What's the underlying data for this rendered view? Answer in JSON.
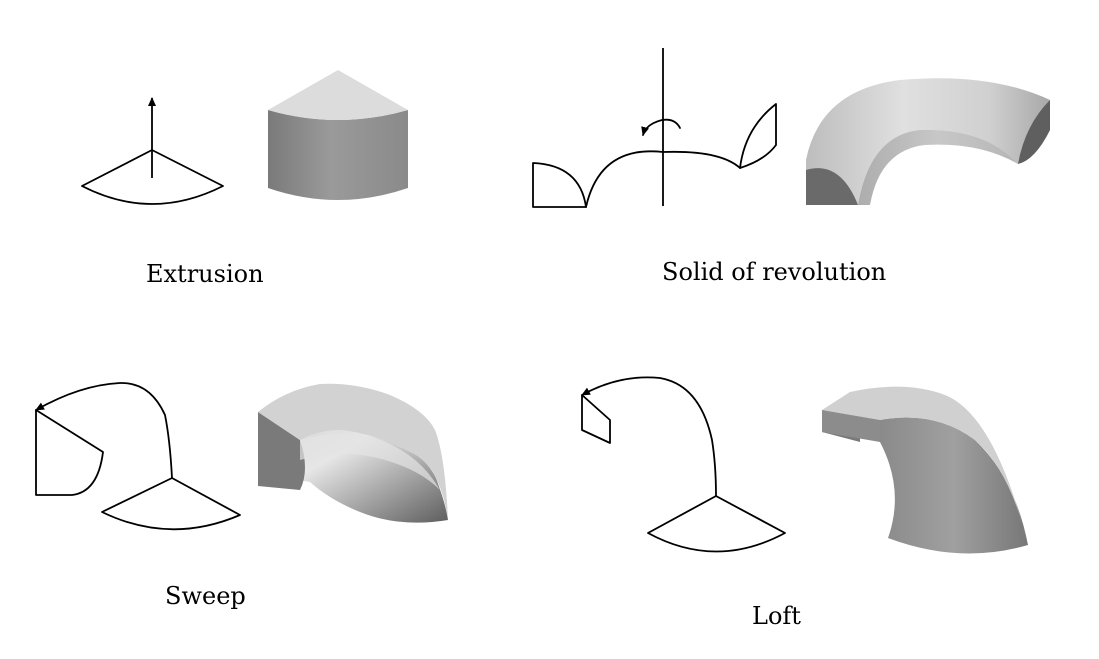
{
  "labels": {
    "extrusion": "Extrusion",
    "revolution": "Solid of revolution",
    "sweep": "Sweep",
    "loft": "Loft"
  },
  "colors": {
    "line": "#000000",
    "top_face": "#dcdcdc",
    "side_light": "#c8c8c8",
    "side_dark": "#6e6e6e"
  }
}
